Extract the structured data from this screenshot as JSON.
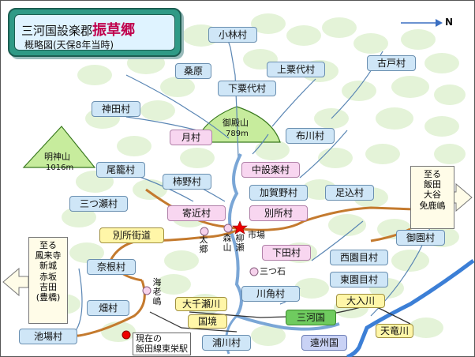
{
  "title": {
    "main_prefix": "三河国設楽郡",
    "main_bold": "振草郷",
    "sub": "概略図(天保8年当時)"
  },
  "compass": {
    "north_label": "N"
  },
  "mountains": {
    "goden": {
      "name": "御殿山",
      "height": "789m"
    },
    "myojin": {
      "name": "明神山",
      "height": "1016m"
    }
  },
  "villages": {
    "kobayashi": "小林村",
    "kuwabara": "桑原",
    "kamiawashiro": "上粟代村",
    "furudo": "古戸村",
    "shimoawashiro": "下粟代村",
    "kanda": "神田村",
    "tsuki": "月村",
    "nunokawa": "布川村",
    "okago": "尾籠村",
    "kamishitara": "中設楽村",
    "kakino": "柿野村",
    "kagano": "加賀野村",
    "ashikomi": "足込村",
    "mitsuse": "三つ瀬村",
    "yorichika": "寄近村",
    "bessho": "別所村",
    "nishizonome": "西園目村",
    "higashizonome": "東園目村",
    "shimotada": "下田村",
    "misono": "御園村",
    "nane": "奈根村",
    "hata": "畑村",
    "kawakado": "川角村",
    "ikeba": "池場村",
    "urakawa": "浦川村"
  },
  "roads": {
    "bessho_kaido": "別所街道",
    "kokkyo": "国境",
    "oosenze": "大千瀬川",
    "ooirigawa": "大入川",
    "tenryu": "天竜川"
  },
  "regions": {
    "mikawa": "三河国",
    "totomi": "遠州国"
  },
  "places": {
    "ichiba": "市場",
    "mitsuishi": "三つ石",
    "taigo": "太郷",
    "moriyama": "森山",
    "yanagise": "柳瀬",
    "ebishima": "海老嶋"
  },
  "station_note": "現在の\n飯田線東栄駅",
  "dest_right": "至る\n飯田\n大谷\n免鹿嶋",
  "dest_left": "至る\n鳳来寺\n新城\n赤坂\n吉田\n(豊橋)"
}
